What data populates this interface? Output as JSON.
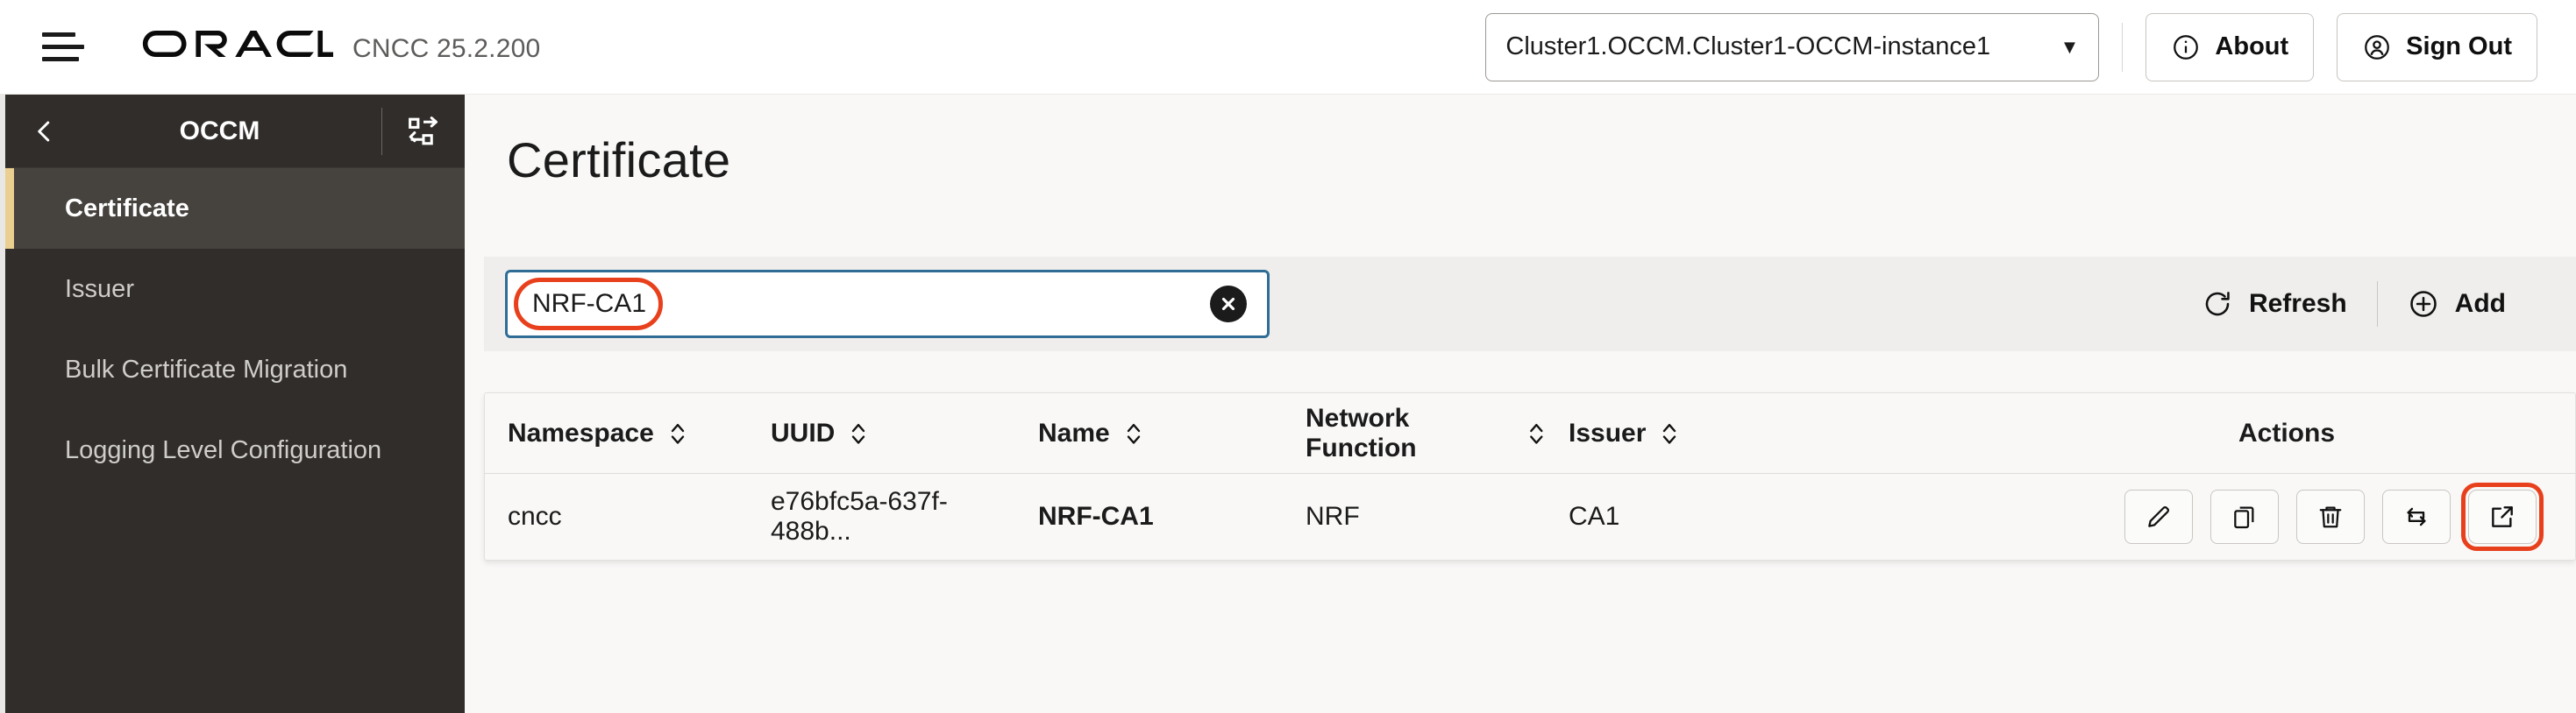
{
  "header": {
    "menu_icon": "hamburger-icon",
    "brand": "ORACLE",
    "product": "CNCC 25.2.200",
    "cluster_selector": {
      "value": "Cluster1.OCCM.Cluster1-OCCM-instance1",
      "caret": "chevron-down-icon"
    },
    "about_label": "About",
    "about_icon": "info-circle-icon",
    "signout_label": "Sign Out",
    "signout_icon": "user-circle-icon"
  },
  "sidebar": {
    "back_icon": "chevron-left-icon",
    "title": "OCCM",
    "switch_icon": "switch-instance-icon",
    "items": [
      {
        "label": "Certificate",
        "active": true
      },
      {
        "label": "Issuer",
        "active": false
      },
      {
        "label": "Bulk Certificate Migration",
        "active": false
      },
      {
        "label": "Logging Level Configuration",
        "active": false
      }
    ]
  },
  "main": {
    "page_title": "Certificate",
    "search": {
      "value": "NRF-CA1",
      "placeholder": "",
      "clear_icon": "clear-circle-icon"
    },
    "refresh_label": "Refresh",
    "refresh_icon": "refresh-icon",
    "add_label": "Add",
    "add_icon": "plus-circle-icon",
    "table": {
      "columns": [
        {
          "label": "Namespace",
          "sortable": true
        },
        {
          "label": "UUID",
          "sortable": true
        },
        {
          "label": "Name",
          "sortable": true
        },
        {
          "label": "Network Function",
          "sortable": true
        },
        {
          "label": "Issuer",
          "sortable": true
        },
        {
          "label": "Actions",
          "sortable": false
        }
      ],
      "rows": [
        {
          "namespace": "cncc",
          "uuid": "e76bfc5a-637f-488b...",
          "name": "NRF-CA1",
          "network_function": "NRF",
          "issuer": "CA1",
          "actions": [
            {
              "name": "edit-button",
              "icon": "pencil-icon",
              "annotated": false
            },
            {
              "name": "copy-button",
              "icon": "copy-icon",
              "annotated": false
            },
            {
              "name": "delete-button",
              "icon": "trash-icon",
              "annotated": false
            },
            {
              "name": "renew-button",
              "icon": "renew-loop-icon",
              "annotated": false
            },
            {
              "name": "export-button",
              "icon": "external-link-icon",
              "annotated": true
            }
          ]
        }
      ]
    }
  },
  "colors": {
    "sidebar_bg": "#302d2a",
    "sidebar_active_bg": "#46423e",
    "accent_gold": "#ebcf90",
    "annotation_red": "#e8401c",
    "input_border_blue": "#2f6d97",
    "content_bg": "#f9f8f7",
    "toolbar_bg": "#efeeec"
  }
}
